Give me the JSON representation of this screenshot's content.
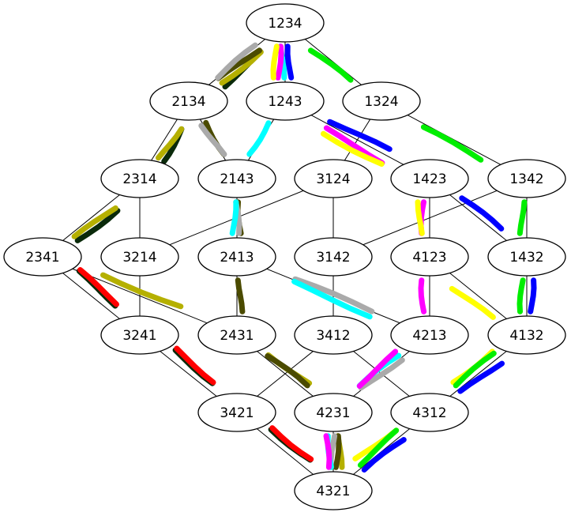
{
  "nodes": [
    {
      "id": "1234",
      "label": "1234"
    },
    {
      "id": "2134",
      "label": "2134"
    },
    {
      "id": "1243",
      "label": "1243"
    },
    {
      "id": "1324",
      "label": "1324"
    },
    {
      "id": "2314",
      "label": "2314"
    },
    {
      "id": "2143",
      "label": "2143"
    },
    {
      "id": "3124",
      "label": "3124"
    },
    {
      "id": "1423",
      "label": "1423"
    },
    {
      "id": "1342",
      "label": "1342"
    },
    {
      "id": "2341",
      "label": "2341"
    },
    {
      "id": "3214",
      "label": "3214"
    },
    {
      "id": "2413",
      "label": "2413"
    },
    {
      "id": "3142",
      "label": "3142"
    },
    {
      "id": "4123",
      "label": "4123"
    },
    {
      "id": "1432",
      "label": "1432"
    },
    {
      "id": "3241",
      "label": "3241"
    },
    {
      "id": "2431",
      "label": "2431"
    },
    {
      "id": "3412",
      "label": "3412"
    },
    {
      "id": "4213",
      "label": "4213"
    },
    {
      "id": "4132",
      "label": "4132"
    },
    {
      "id": "3421",
      "label": "3421"
    },
    {
      "id": "4231",
      "label": "4231"
    },
    {
      "id": "4312",
      "label": "4312"
    },
    {
      "id": "4321",
      "label": "4321"
    }
  ],
  "edges": [
    [
      "1234",
      "2134"
    ],
    [
      "1234",
      "1243"
    ],
    [
      "1234",
      "1324"
    ],
    [
      "2134",
      "2314"
    ],
    [
      "2134",
      "2143"
    ],
    [
      "1243",
      "2143"
    ],
    [
      "1243",
      "1423"
    ],
    [
      "1324",
      "3124"
    ],
    [
      "1324",
      "1342"
    ],
    [
      "2314",
      "2341"
    ],
    [
      "2314",
      "3214"
    ],
    [
      "2143",
      "2413"
    ],
    [
      "3124",
      "3214"
    ],
    [
      "3124",
      "3142"
    ],
    [
      "1423",
      "4123"
    ],
    [
      "1423",
      "1432"
    ],
    [
      "1342",
      "3142"
    ],
    [
      "1342",
      "1432"
    ],
    [
      "2341",
      "3241"
    ],
    [
      "2341",
      "2431"
    ],
    [
      "3214",
      "3241"
    ],
    [
      "2413",
      "2431"
    ],
    [
      "2413",
      "4213"
    ],
    [
      "3142",
      "3412"
    ],
    [
      "4123",
      "4213"
    ],
    [
      "4123",
      "4132"
    ],
    [
      "1432",
      "4132"
    ],
    [
      "3241",
      "3421"
    ],
    [
      "2431",
      "4231"
    ],
    [
      "3412",
      "3421"
    ],
    [
      "3412",
      "4312"
    ],
    [
      "4213",
      "4231"
    ],
    [
      "4132",
      "4312"
    ],
    [
      "3421",
      "4321"
    ],
    [
      "4231",
      "4321"
    ],
    [
      "4312",
      "4321"
    ]
  ],
  "colors": {
    "node_fill": "#ffffff",
    "node_stroke": "#000000",
    "edge": "#000000"
  },
  "paths": [
    {
      "color": "#0a2a0a",
      "nodes": [
        "1234",
        "2134",
        "2314",
        "2341",
        "3241",
        "3421",
        "4321"
      ]
    },
    {
      "color": "#b5b000",
      "nodes": [
        "1234",
        "2134",
        "2314",
        "2341",
        "2431",
        "4231",
        "4321"
      ]
    },
    {
      "color": "#4b4b00",
      "nodes": [
        "1234",
        "2134",
        "2143",
        "2413",
        "2431",
        "4231",
        "4321"
      ]
    },
    {
      "color": "#aaaaaa",
      "nodes": [
        "1234",
        "2134",
        "2143",
        "2413",
        "4213",
        "4231",
        "4321"
      ]
    },
    {
      "color": "#00ffff",
      "nodes": [
        "1234",
        "1243",
        "2143",
        "2413",
        "4213",
        "4231",
        "4321"
      ]
    },
    {
      "color": "#ff00ff",
      "nodes": [
        "1234",
        "1243",
        "1423",
        "4123",
        "4213",
        "4231",
        "4321"
      ]
    },
    {
      "color": "#ffff00",
      "nodes": [
        "1234",
        "1243",
        "1423",
        "4123",
        "4132",
        "4312",
        "4321"
      ]
    },
    {
      "color": "#0000ff",
      "nodes": [
        "1234",
        "1243",
        "1423",
        "1432",
        "4132",
        "4312",
        "4321"
      ]
    },
    {
      "color": "#00ee00",
      "nodes": [
        "1234",
        "1324",
        "1342",
        "1432",
        "4132",
        "4312",
        "4321"
      ]
    },
    {
      "color": "#ff0000",
      "nodes": [
        "2341",
        "3241",
        "3421",
        "4321"
      ]
    }
  ]
}
